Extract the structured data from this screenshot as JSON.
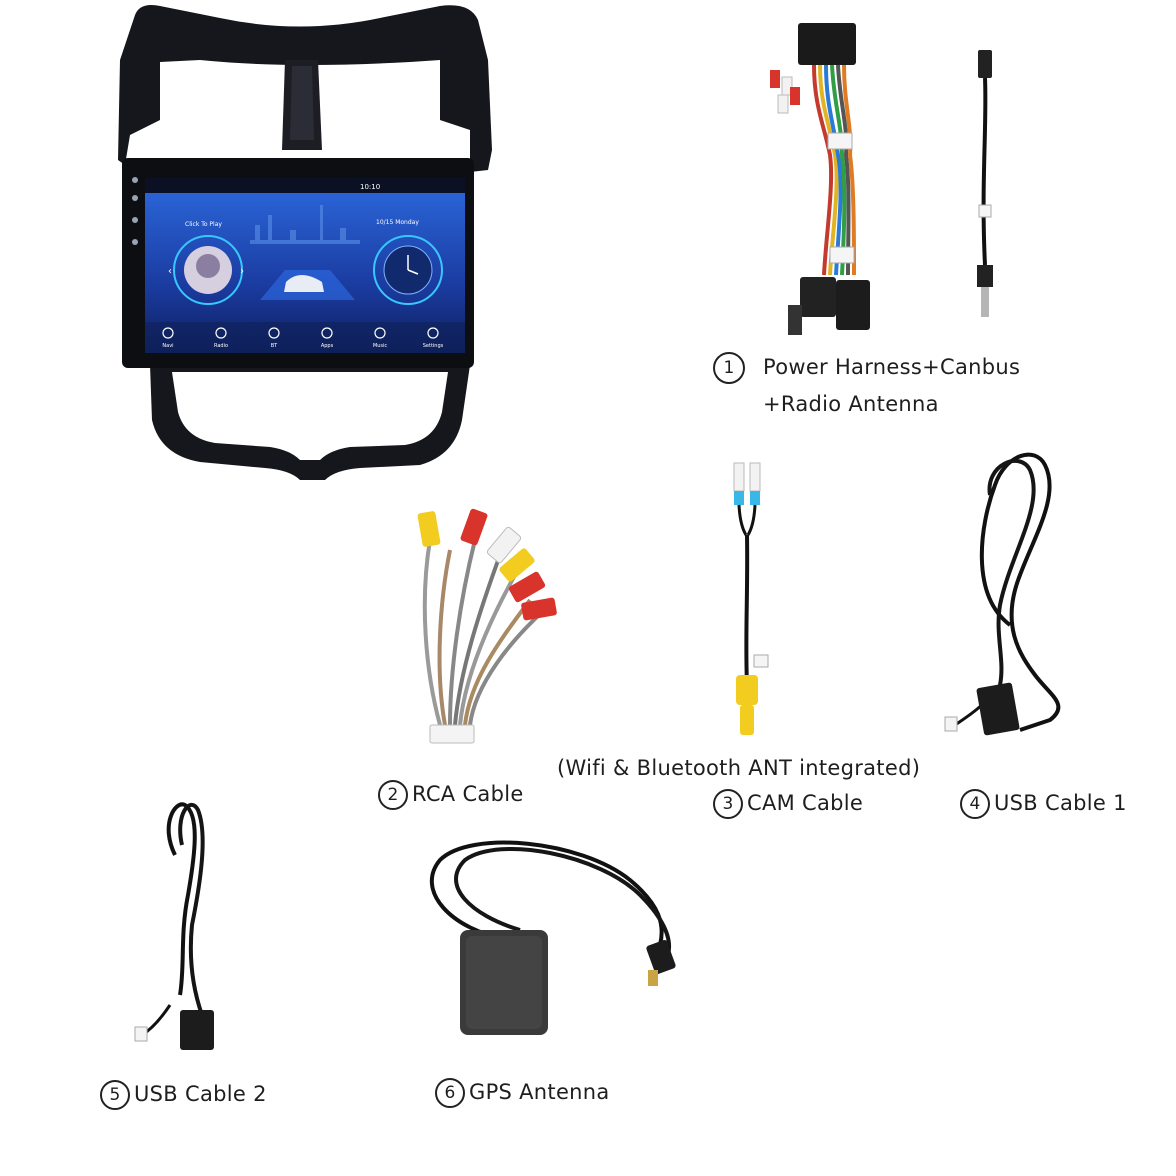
{
  "screen": {
    "status_time": "10:10",
    "click_to_play": "Click To Play",
    "date": "10/15 Monday",
    "dock": [
      "Navi",
      "Radio",
      "BT",
      "Apps",
      "Music",
      "Settings"
    ]
  },
  "items": [
    {
      "num": "1",
      "line1": "Power Harness+Canbus",
      "line2": "+Radio Antenna"
    },
    {
      "num": "2",
      "line1": "RCA Cable"
    },
    {
      "num": "3",
      "line1": "CAM Cable",
      "note": "(Wifi & Bluetooth ANT integrated)"
    },
    {
      "num": "4",
      "line1": "USB Cable 1"
    },
    {
      "num": "5",
      "line1": "USB Cable 2"
    },
    {
      "num": "6",
      "line1": "GPS Antenna"
    }
  ],
  "colors": {
    "frame": "#111318",
    "screen_bg": "#1b3fa8",
    "accent_cyan": "#38c7ff",
    "rca_red": "#d9342b",
    "rca_yellow": "#f2cc1f",
    "rca_white": "#f2f2f2"
  }
}
